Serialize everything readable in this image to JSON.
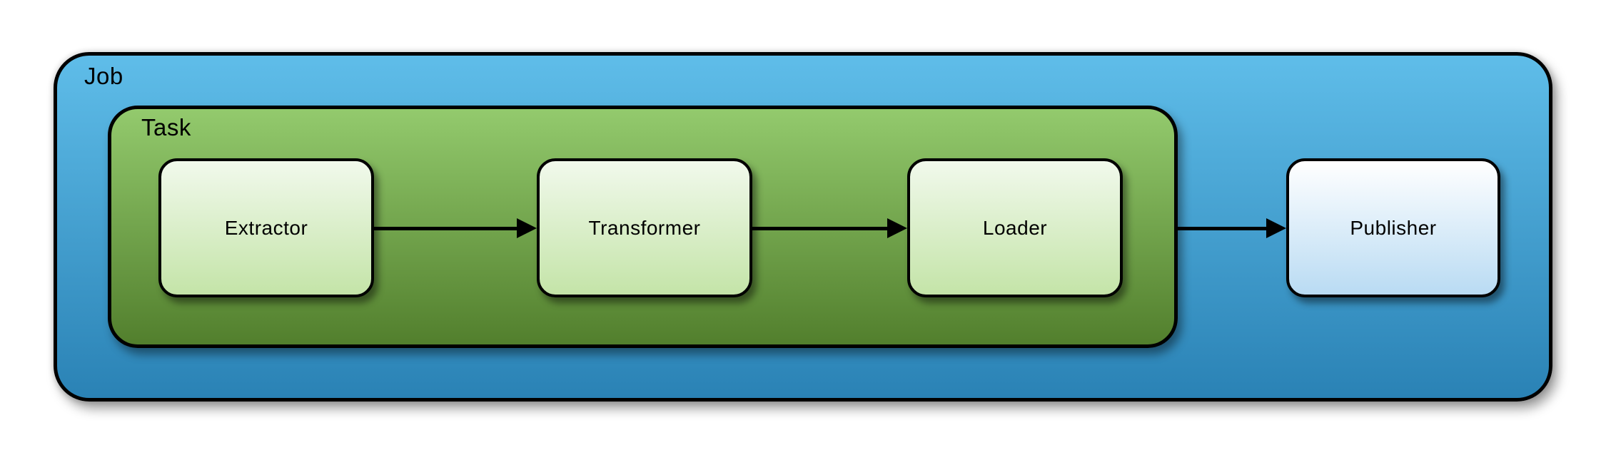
{
  "diagram": {
    "type": "flowchart",
    "job": {
      "label": "Job"
    },
    "task": {
      "label": "Task"
    },
    "nodes": [
      {
        "id": "extractor",
        "label": "Extractor",
        "group": "task"
      },
      {
        "id": "transformer",
        "label": "Transformer",
        "group": "task"
      },
      {
        "id": "loader",
        "label": "Loader",
        "group": "task"
      },
      {
        "id": "publisher",
        "label": "Publisher",
        "group": "job"
      }
    ],
    "edges": [
      {
        "from": "extractor",
        "to": "transformer"
      },
      {
        "from": "transformer",
        "to": "loader"
      },
      {
        "from": "task",
        "to": "publisher"
      }
    ],
    "colors": {
      "stroke": "#000000",
      "job_top": "#5fbde9",
      "job_bottom": "#2a82b5",
      "task_top": "#93ca6d",
      "task_bottom": "#527f2d",
      "node_green_top": "#f1f9ec",
      "node_green_bottom": "#c4e4a8",
      "node_blue_top": "#ffffff",
      "node_blue_bottom": "#b9dbf3"
    }
  }
}
